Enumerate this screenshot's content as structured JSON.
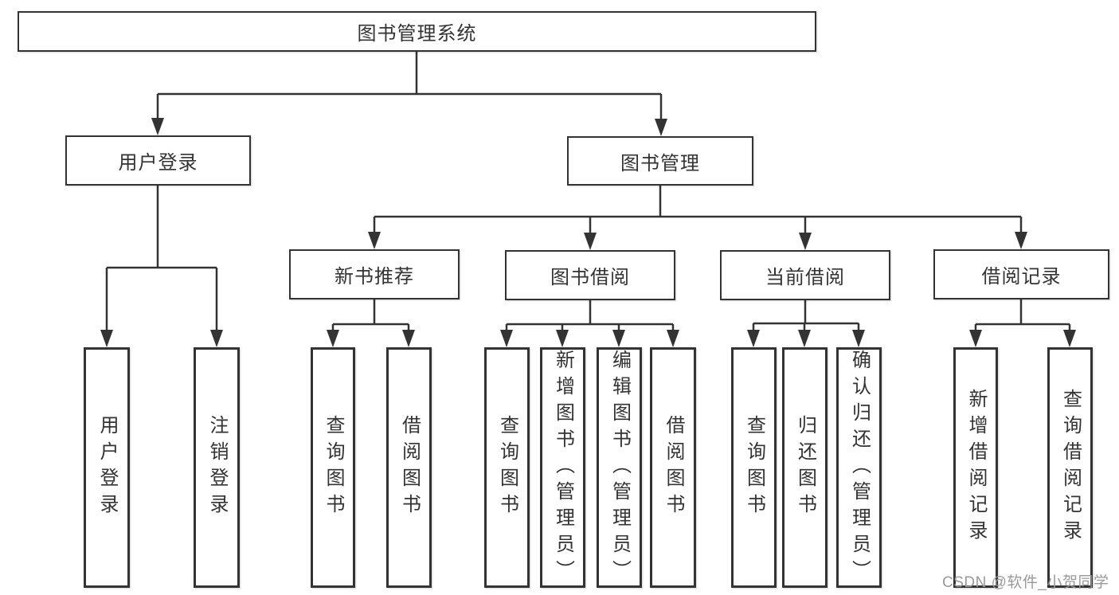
{
  "tree": {
    "root": "图书管理系统",
    "branches": [
      {
        "label": "用户登录",
        "leaves": [
          "用户登录",
          "注销登录"
        ]
      },
      {
        "label": "图书管理",
        "groups": [
          {
            "label": "新书推荐",
            "leaves": [
              "查询图书",
              "借阅图书"
            ]
          },
          {
            "label": "图书借阅",
            "leaves": [
              "查询图书",
              "新增图书（管理员）",
              "编辑图书（管理员）",
              "借阅图书"
            ]
          },
          {
            "label": "当前借阅",
            "leaves": [
              "查询图书",
              "归还图书",
              "确认归还（管理员）"
            ]
          },
          {
            "label": "借阅记录",
            "leaves": [
              "新增借阅记录",
              "查询借阅记录"
            ]
          }
        ]
      }
    ]
  },
  "watermark": "CSDN @软件_小贺同学",
  "colors": {
    "line": "#333333",
    "text": "#333333",
    "watermark": "#9a9a9a",
    "background": "#ffffff"
  }
}
